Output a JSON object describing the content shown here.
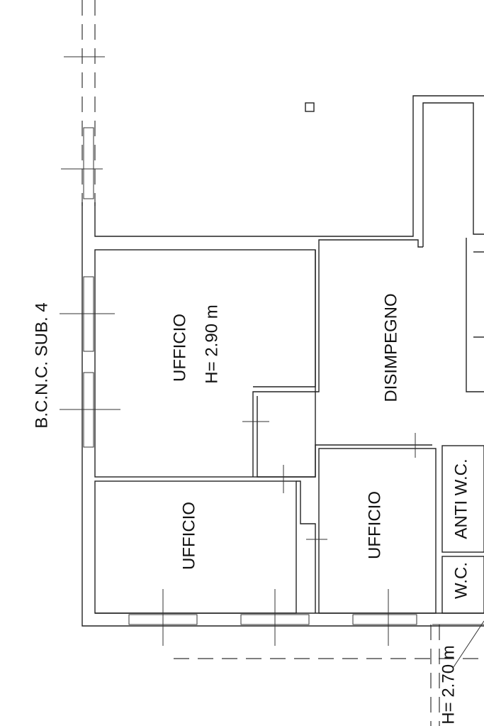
{
  "plan": {
    "neighbor_label": "B.C.N.C. SUB. 4",
    "rooms": [
      {
        "name": "UFFICIO",
        "height": "H= 2.90 m"
      },
      {
        "name": "DISIMPEGNO"
      },
      {
        "name": "UFFICIO"
      },
      {
        "name": "UFFICIO"
      },
      {
        "name": "ANTI W.C."
      },
      {
        "name": "W.C."
      }
    ],
    "wc_height": "H= 2.70 m"
  }
}
